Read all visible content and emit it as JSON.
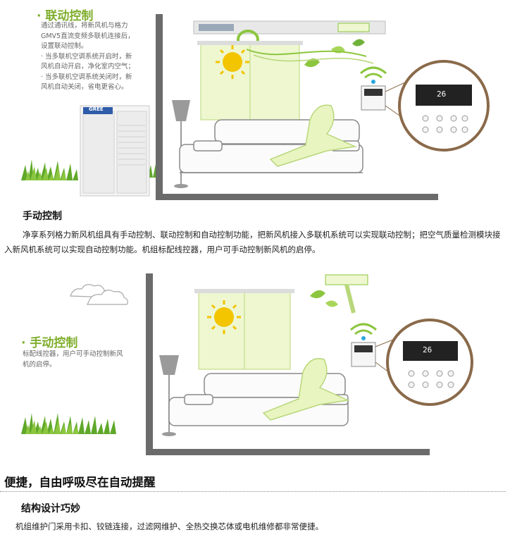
{
  "figure1": {
    "heading": "· 联动控制",
    "description": "通过通讯线，将新风机与格力\nGMV5直流变频多联机连接后，\n设置联动控制。\n· 当多联机空调系统开启时，新\n风机自动开启，净化室内空气；\n· 当多联机空调系统关闭时，新\n风机自动关闭，省电更省心。",
    "brand_logo": "GREE",
    "lcd_reading": "26"
  },
  "section1": {
    "title": "手动控制",
    "paragraph": "净享系列格力新风机组具有手动控制、联动控制和自动控制功能，把新风机接入多联机系统可以实现联动控制；把空气质量检测模块接入新风机系统可以实现自动控制功能。机组标配线控器，用户可手动控制新风机的启停。"
  },
  "figure2": {
    "heading": "· 手动控制",
    "description": "标配线控器，用户可手动控制新风\n机的启停。",
    "lcd_reading": "26"
  },
  "section2": {
    "title": "便捷，自由呼吸尽在自动提醒"
  },
  "section3": {
    "title": "结构设计巧妙",
    "paragraph": "机组维护门采用卡扣、铰链连接，过滤网维护、全热交换芯体或电机维修都非常便捷。"
  },
  "colors": {
    "accent_green": "#7fae2d",
    "wall_gray": "#6b6b6b",
    "sun_yellow": "#f3c400",
    "window_green": "#eef7d0",
    "controller_frame": "#8a6a4a"
  },
  "icons": [
    "sun-icon",
    "wifi-signal-icon",
    "lamp-icon",
    "cloud-icon",
    "leaf-icon",
    "grass-icon",
    "air-flow-icon"
  ]
}
